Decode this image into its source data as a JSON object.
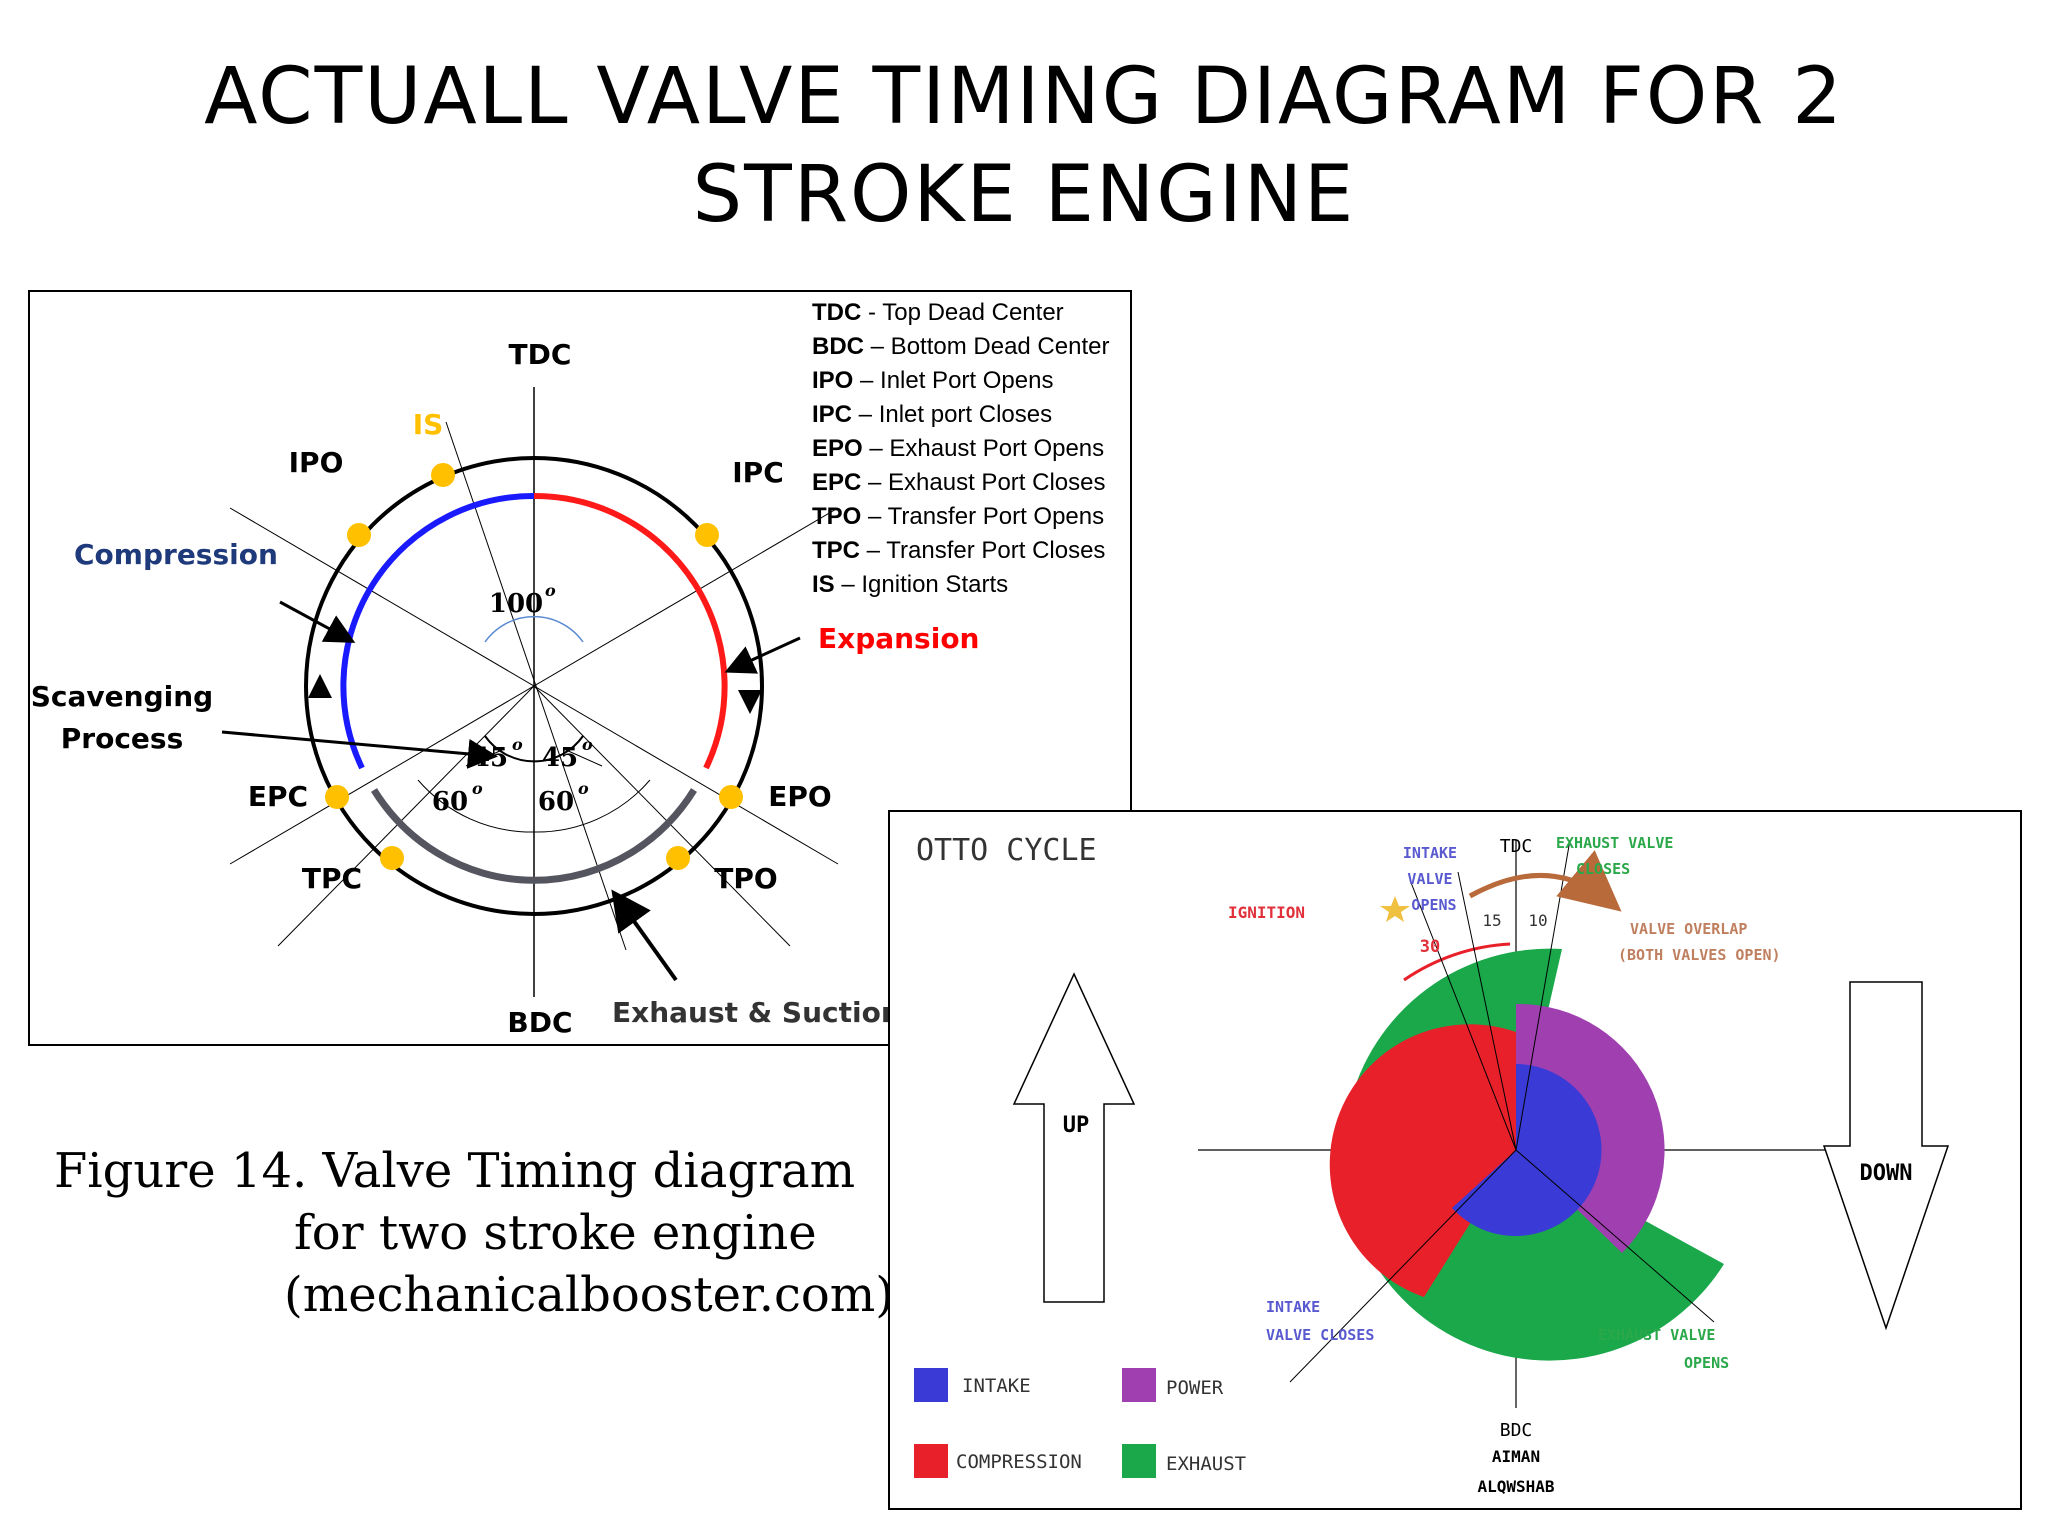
{
  "slide": {
    "title_line1": "ACTUALL VALVE TIMING DIAGRAM FOR 2",
    "title_line2": "STROKE ENGINE"
  },
  "two_stroke": {
    "markers": {
      "tdc": "TDC",
      "bdc": "BDC",
      "ipo": "IPO",
      "ipc": "IPC",
      "is": "IS",
      "epo": "EPO",
      "epc": "EPC",
      "tpo": "TPO",
      "tpc": "TPC"
    },
    "phases": {
      "compression": "Compression",
      "expansion": "Expansion",
      "scavenging_line1": "Scavenging",
      "scavenging_line2": "Process",
      "exhaust_suction": "Exhaust & Suction"
    },
    "angles": {
      "top": "100",
      "left_inner": "45",
      "right_inner": "45",
      "left_outer": "60",
      "right_outer": "60",
      "degree_sign": "o"
    },
    "legend": [
      {
        "abbr": "TDC",
        "text": " - Top Dead Center"
      },
      {
        "abbr": "BDC",
        "text": " – Bottom Dead Center"
      },
      {
        "abbr": "IPO",
        "text": " – Inlet Port Opens"
      },
      {
        "abbr": "IPC",
        "text": " – Inlet port Closes"
      },
      {
        "abbr": "EPO",
        "text": " – Exhaust Port Opens"
      },
      {
        "abbr": "EPC",
        "text": " – Exhaust Port Closes"
      },
      {
        "abbr": "TPO",
        "text": " – Transfer Port Opens"
      },
      {
        "abbr": "TPC",
        "text": " – Transfer Port Closes"
      },
      {
        "abbr": "IS",
        "text": " – Ignition Starts"
      }
    ],
    "colors": {
      "compression": "#1a1aff",
      "expansion": "#ff1a1a",
      "exhaust_arc": "#555560",
      "marker": "#ffc000",
      "compression_text": "#1f3a7a",
      "expansion_text": "#ff0000",
      "is_text": "#ffc000"
    }
  },
  "caption": {
    "line1": "Figure 14. Valve Timing diagram",
    "line2": "for two stroke engine",
    "line3": "(mechanicalbooster.com)"
  },
  "otto": {
    "title": "OTTO CYCLE",
    "tdc": "TDC",
    "bdc": "BDC",
    "up": "UP",
    "down": "DOWN",
    "intake_opens": [
      "INTAKE",
      "VALVE",
      "OPENS"
    ],
    "exhaust_closes": [
      "EXHAUST VALVE",
      "CLOSES"
    ],
    "ignition": "IGNITION",
    "angle_30": "30",
    "angle_15": "15",
    "angle_10": "10",
    "valve_overlap": [
      "VALVE OVERLAP",
      "(BOTH VALVES OPEN)"
    ],
    "intake_closes": [
      "INTAKE",
      "VALVE CLOSES"
    ],
    "exhaust_opens": [
      "EXHAUST VALVE",
      "OPENS"
    ],
    "legend": {
      "intake": "INTAKE",
      "power": "POWER",
      "compression": "COMPRESSION",
      "exhaust": "EXHAUST"
    },
    "author": [
      "AIMAN",
      "ALQWSHAB"
    ],
    "colors": {
      "intake": "#3a3ad6",
      "power": "#a040b0",
      "compression": "#e8202a",
      "exhaust": "#1aa84a",
      "blue_text": "#5a5ad0",
      "green_text": "#2aa84a",
      "red_text": "#e0303a",
      "brown": "#b86a3a"
    }
  }
}
